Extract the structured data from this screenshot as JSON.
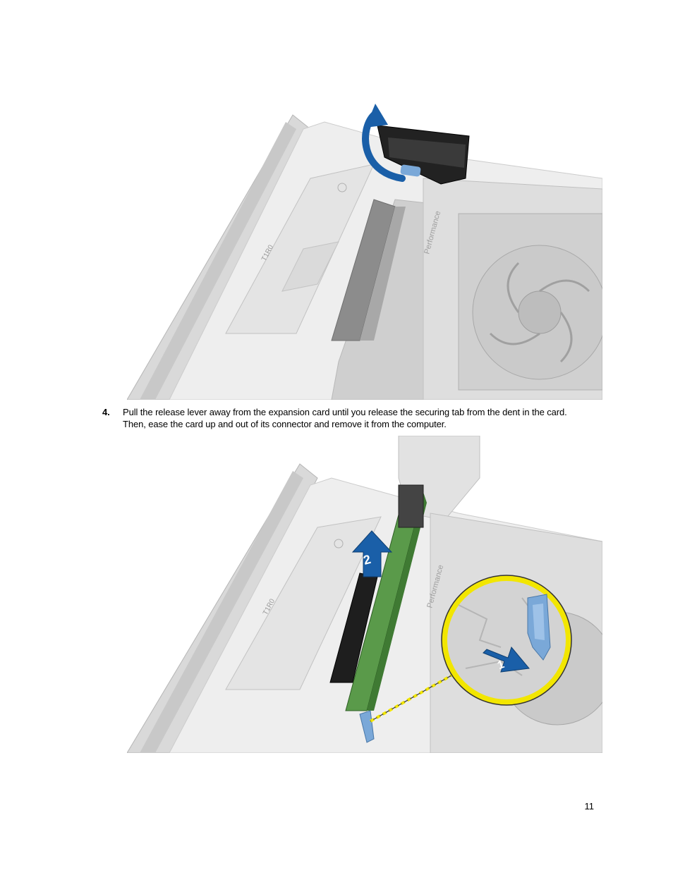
{
  "step": {
    "number": "4.",
    "line1": "Pull the release lever away from the expansion card until you release the securing tab from the dent in the card.",
    "line2": "Then, ease the card up and out of its connector and remove it from the computer."
  },
  "figures": {
    "top": {
      "chassis_label": "Performance",
      "psu_label": "T1R0"
    },
    "bottom": {
      "chassis_label": "Performance",
      "psu_label": "T1R0",
      "callout_1": "1",
      "callout_2": "2"
    }
  },
  "colors": {
    "arrow_blue": "#1a5fa8",
    "callout_yellow": "#f2e600",
    "card_green": "#5a9a4a",
    "lever_blue": "#7aa8d8"
  },
  "footer": {
    "page_number": "11"
  }
}
